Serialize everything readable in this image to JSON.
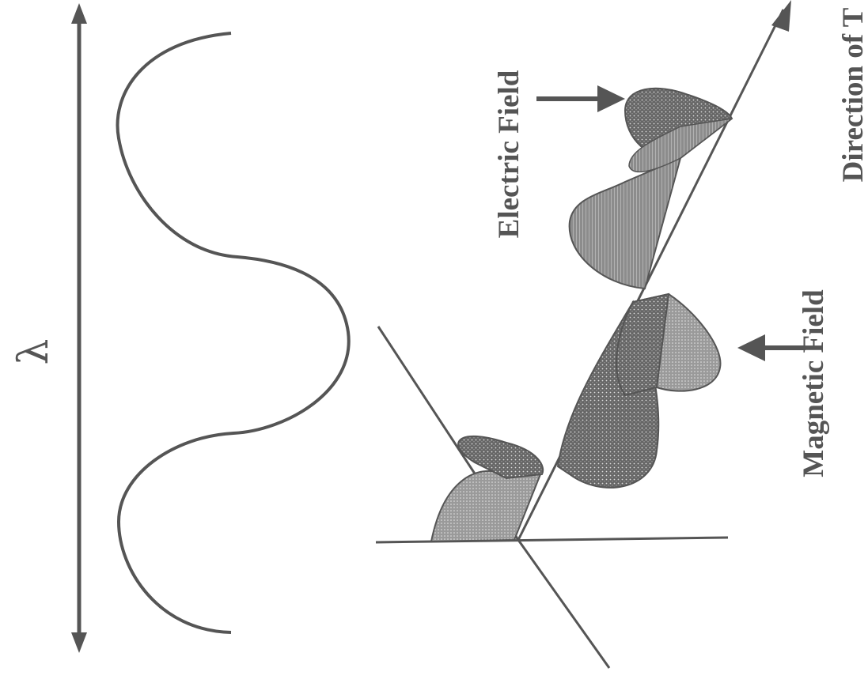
{
  "wavelength": {
    "symbol": "λ"
  },
  "labels": {
    "electric_field": "Electric Field",
    "magnetic_field": "Magnetic Field",
    "direction": "Direction of T"
  },
  "colors": {
    "ink": "#555555",
    "fill_dark": "#6f6f6f",
    "fill_light": "#9a9a9a"
  }
}
